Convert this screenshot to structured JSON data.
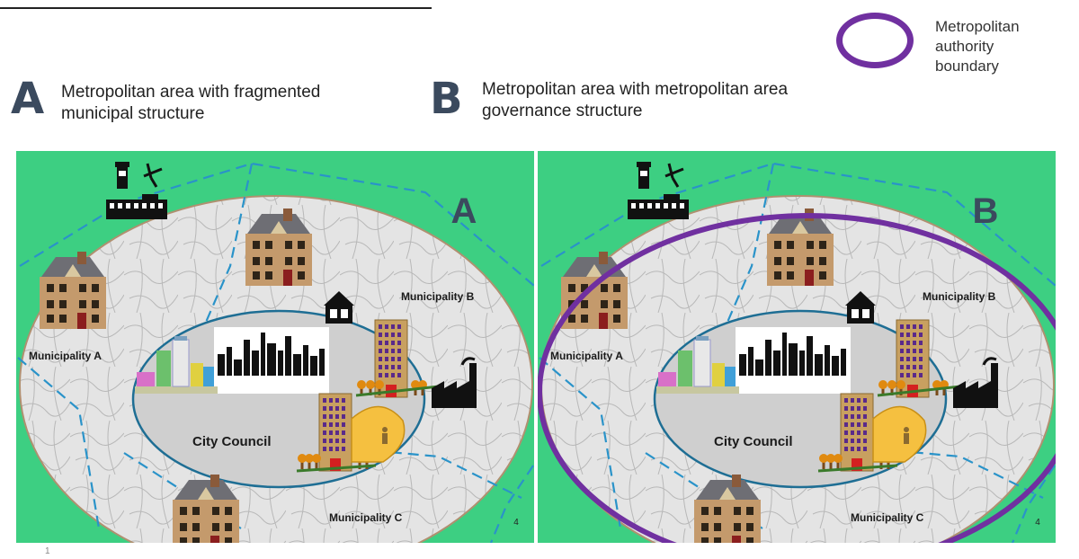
{
  "header": {
    "letter_a": "A",
    "title_a_line1": "Metropolitan area with fragmented",
    "title_a_line2": "municipal structure",
    "letter_b": "B",
    "title_b_line1": "Metropolitan area with metropolitan area",
    "title_b_line2": "governance structure"
  },
  "legend": {
    "line1": "Metropolitan",
    "line2": "authority",
    "line3": "boundary",
    "color": "#7030a0"
  },
  "panels": [
    {
      "panel_letter": "A",
      "municipality_a": "Municipality A",
      "municipality_b": "Municipality B",
      "municipality_c": "Municipality C",
      "city_council": "City Council",
      "corner_number": "4",
      "show_authority_boundary": false
    },
    {
      "panel_letter": "B",
      "municipality_a": "Municipality A",
      "municipality_b": "Municipality B",
      "municipality_c": "Municipality C",
      "city_council": "City Council",
      "corner_number": "4",
      "show_authority_boundary": true
    }
  ],
  "footer": {
    "page_number": "1"
  },
  "colors": {
    "background_green": "#3dcf82",
    "panel_letter": "#3b4a5e",
    "boundary_dash": "#2a93c9",
    "city_outline": "#1e6e94",
    "authority_boundary": "#7030a0",
    "house_wall": "#c49a6c",
    "skyscraper": "#c8a060"
  }
}
